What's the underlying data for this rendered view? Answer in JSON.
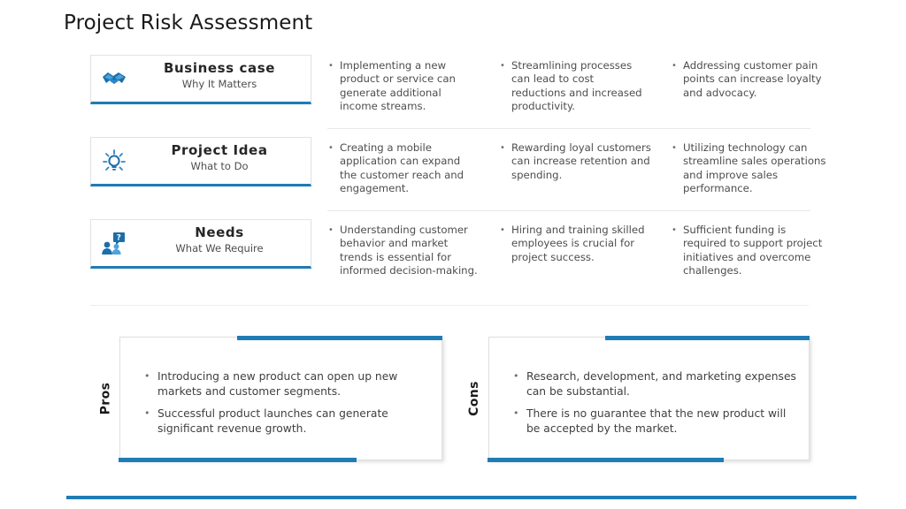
{
  "title": "Project Risk Assessment",
  "colors": {
    "accent": "#1f7cb4",
    "icon_dark": "#13599c",
    "icon_light": "#4aa3df",
    "text": "#4d4d4d",
    "heading": "#1a1a1a",
    "card_border": "#e3e3e3",
    "separator": "#e8e8e8"
  },
  "matrix": {
    "rows": [
      {
        "icon": "handshake-icon",
        "title": "Business case",
        "subtitle": "Why It Matters",
        "bullets": [
          "Implementing a new product or service can generate additional income streams.",
          "Streamlining processes can lead to cost reductions and increased productivity.",
          "Addressing customer pain points can increase loyalty and advocacy."
        ]
      },
      {
        "icon": "lightbulb-icon",
        "title": "Project Idea",
        "subtitle": "What to Do",
        "bullets": [
          "Creating a mobile application can expand the customer reach and engagement.",
          "Rewarding loyal customers can increase retention and spending.",
          "Utilizing technology can streamline sales operations and improve sales performance."
        ]
      },
      {
        "icon": "people-question-icon",
        "title": "Needs",
        "subtitle": "What We Require",
        "bullets": [
          "Understanding customer behavior and market trends is essential for informed decision-making.",
          "Hiring and training skilled employees is crucial for project success.",
          "Sufficient funding is required to support project initiatives and overcome challenges."
        ]
      }
    ]
  },
  "pros_cons": {
    "pros": {
      "label": "Pros",
      "bullets": [
        "Introducing a new product can open up new markets and customer segments.",
        "Successful product launches can generate significant revenue growth."
      ]
    },
    "cons": {
      "label": "Cons",
      "bullets": [
        "Research, development, and marketing expenses can be substantial.",
        "There is no guarantee that the new product will be accepted by the market."
      ]
    }
  }
}
